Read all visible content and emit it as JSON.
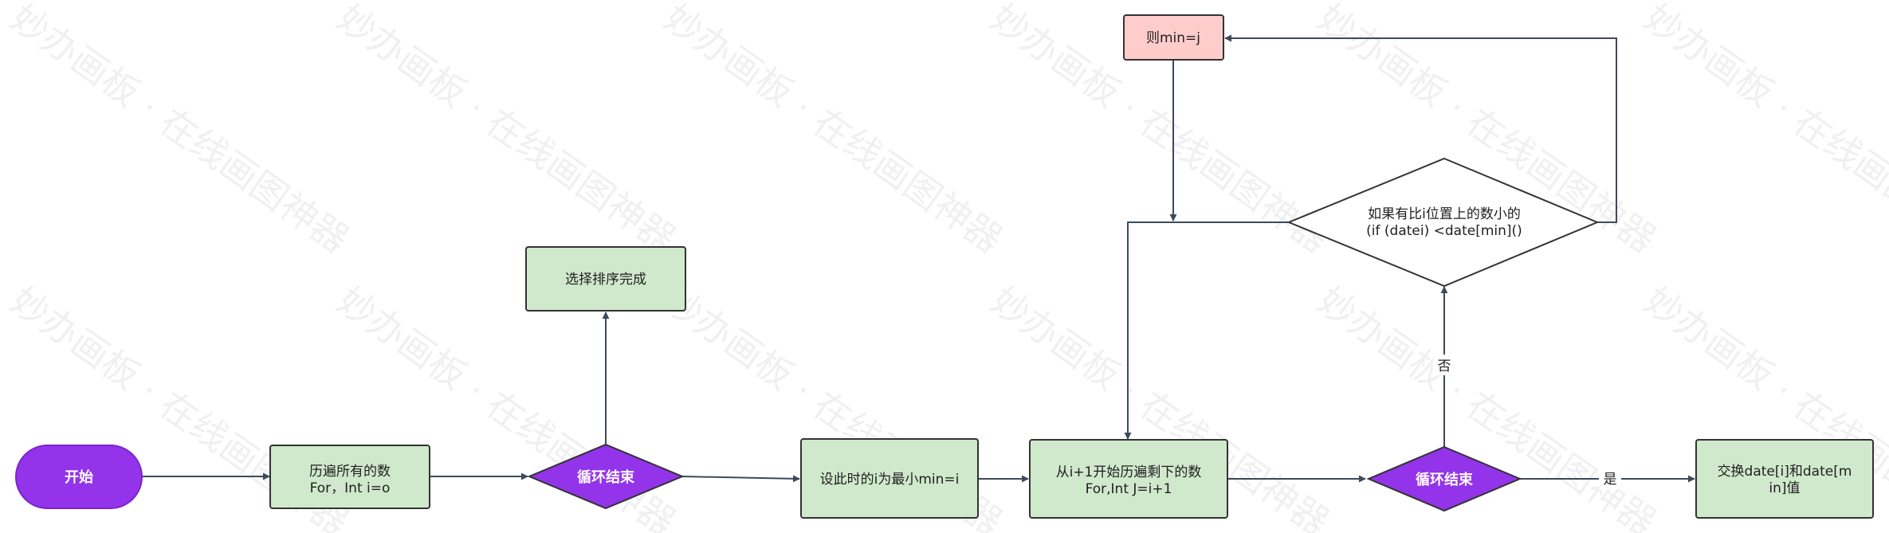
{
  "watermark": "妙办画板 · 在线画图神器",
  "colors": {
    "start_fill": "#9333ea",
    "start_stroke": "#7e22ce",
    "process_fill": "#d0e9cc",
    "process_stroke": "#333333",
    "decision_fill": "#9333ea",
    "pink_fill": "#ffcccc",
    "edge": "#3d4a5c"
  },
  "nodes": {
    "start": {
      "label": "开始"
    },
    "traverse": {
      "line1": "历遍所有的数",
      "line2": "For，Int i=o"
    },
    "loop_end_1": {
      "label": "循环结束"
    },
    "sort_done": {
      "label": "选择排序完成"
    },
    "set_min": {
      "label": "设此时的i为最小min=i"
    },
    "inner_loop": {
      "line1": "从i+1开始历遍剩下的数",
      "line2": "For,Int J=i+1"
    },
    "loop_end_2": {
      "label": "循环结束"
    },
    "swap": {
      "line1": "交换date[i]和date[m",
      "line2": "in]值"
    },
    "compare": {
      "line1": "如果有比i位置上的数小的",
      "line2": "(if (datei) <date[min]()"
    },
    "set_j": {
      "label": "则min=j"
    }
  },
  "edges": {
    "no_label": "否",
    "yes_label": "是"
  }
}
